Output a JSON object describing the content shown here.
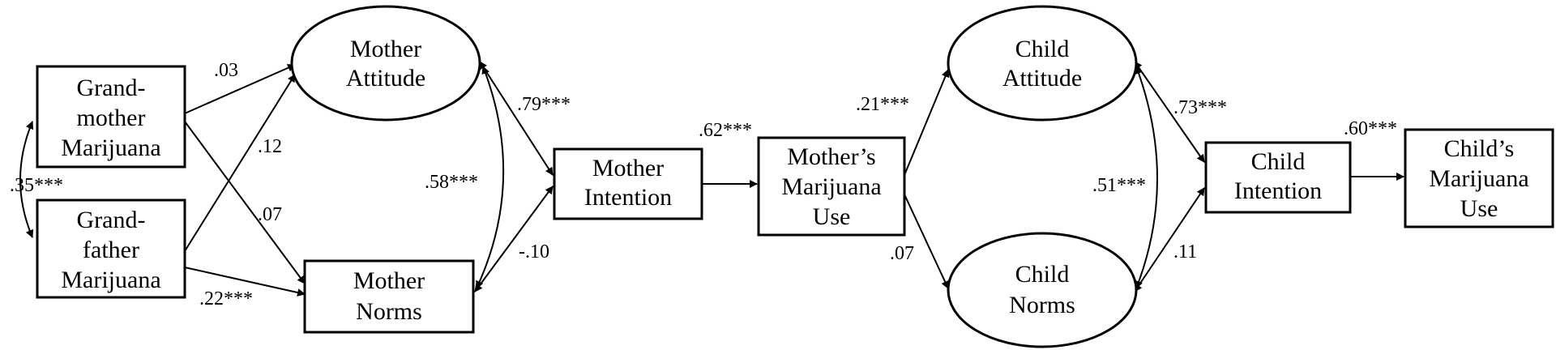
{
  "nodes": {
    "grandmother": [
      "Grand-",
      "mother",
      "Marijuana"
    ],
    "grandfather": [
      "Grand-",
      "father",
      "Marijuana"
    ],
    "mother_attitude": [
      "Mother",
      "Attitude"
    ],
    "mother_norms": [
      "Mother",
      "Norms"
    ],
    "mother_intention": [
      "Mother",
      "Intention"
    ],
    "mothers_use": [
      "Mother’s",
      "Marijuana",
      "Use"
    ],
    "child_attitude": [
      "Child",
      "Attitude"
    ],
    "child_norms": [
      "Child",
      "Norms"
    ],
    "child_intention": [
      "Child",
      "Intention"
    ],
    "childs_use": [
      "Child’s",
      "Marijuana",
      "Use"
    ]
  },
  "coefficients": {
    "gm_to_ma": ".03",
    "gf_to_ma": ".12",
    "gm_to_mn": ".07",
    "gf_to_mn": ".22***",
    "gm_gf_cov": ".35***",
    "ma_to_mi": ".79***",
    "ma_mn_cov": ".58***",
    "mn_to_mi": "-.10",
    "mi_to_mu": ".62***",
    "mu_to_ca": ".21***",
    "mu_to_cn": ".07",
    "ca_to_ci": ".73***",
    "ca_cn_cov": ".51***",
    "cn_to_ci": ".11",
    "ci_to_cu": ".60***"
  }
}
